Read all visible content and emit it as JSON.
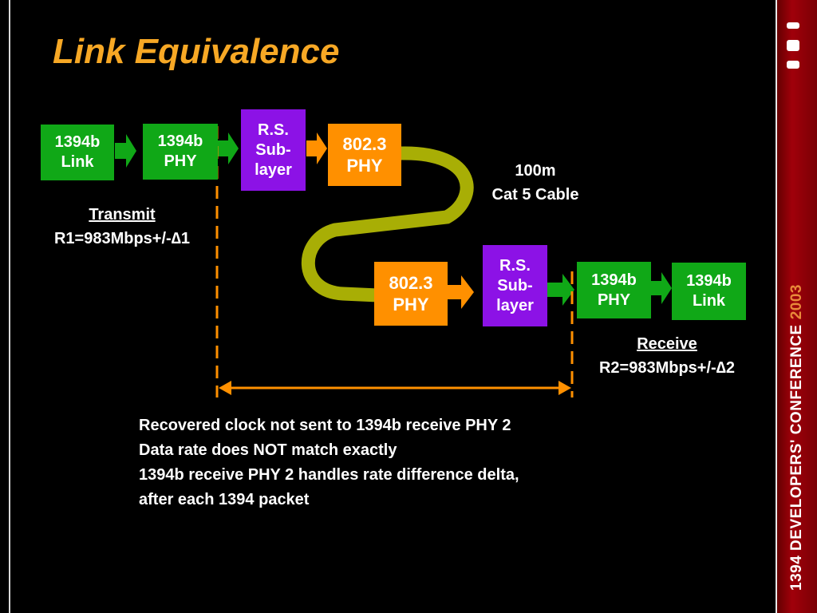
{
  "title": "Link Equivalence",
  "tx": {
    "link": "1394b\nLink",
    "phy": "1394b\nPHY",
    "rs": "R.S.\nSub-\nlayer",
    "phy8023": "802.3\nPHY",
    "label_title": "Transmit",
    "label_rate": "R1=983Mbps+/-∆1"
  },
  "rx": {
    "phy8023": "802.3\nPHY",
    "rs": "R.S.\nSub-\nlayer",
    "phy": "1394b\nPHY",
    "link": "1394b\nLink",
    "label_title": "Receive",
    "label_rate": "R2=983Mbps+/-∆2"
  },
  "cable": {
    "length": "100m",
    "type": "Cat 5 Cable"
  },
  "notes": [
    "Recovered clock not sent to 1394b receive PHY 2",
    "Data rate does NOT match exactly",
    "1394b receive PHY 2 handles rate difference delta,",
    "after each 1394 packet"
  ],
  "sidebar": {
    "brand": "1394 DEVELOPERS' CONFERENCE",
    "year": "2003"
  },
  "colors": {
    "title": "#f7a825",
    "green": "#10a817",
    "purple": "#8c12e6",
    "orange": "#ff9000",
    "cable": "#a8ae05"
  }
}
